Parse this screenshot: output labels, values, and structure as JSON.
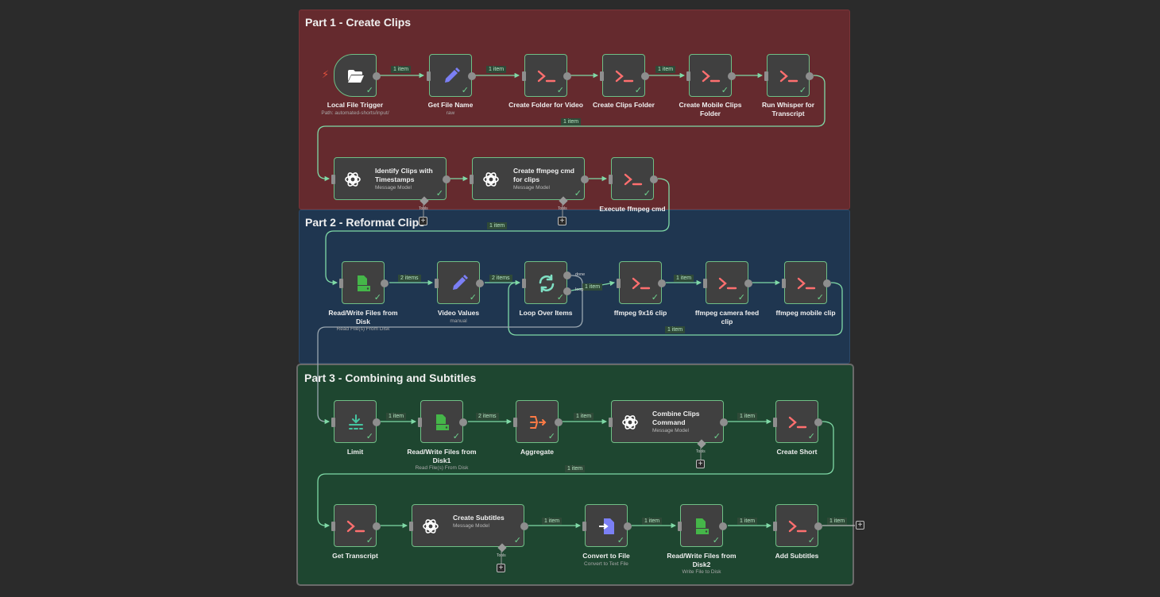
{
  "sections": {
    "part1": "Part 1 - Create Clips",
    "part2": "Part 2 - Reformat Clips",
    "part3": "Part 3 - Combining and Subtitles"
  },
  "nodes": {
    "local_file_trigger": {
      "label": "Local File Trigger",
      "sub": "Path: automated-shorts/input/"
    },
    "get_file_name": {
      "label": "Get File Name",
      "sub": "raw"
    },
    "create_folder_video": {
      "label": "Create Folder for Video"
    },
    "create_clips_folder": {
      "label": "Create Clips Folder"
    },
    "create_mobile_clips_folder": {
      "label": "Create Mobile Clips Folder"
    },
    "run_whisper": {
      "label": "Run Whisper for Transcript"
    },
    "identify_clips": {
      "label": "Identify Clips with Timestamps",
      "sub": "Message Model"
    },
    "create_ffmpeg_cmd": {
      "label": "Create ffmpeg cmd for clips",
      "sub": "Message Model"
    },
    "execute_ffmpeg": {
      "label": "Execute ffmpeg cmd"
    },
    "read_write_files": {
      "label": "Read/Write Files from Disk",
      "sub": "Read File(s) From Disk"
    },
    "video_values": {
      "label": "Video Values",
      "sub": "manual"
    },
    "loop_over_items": {
      "label": "Loop Over Items"
    },
    "ffmpeg_9x16": {
      "label": "ffmpeg 9x16 clip"
    },
    "ffmpeg_camera_feed": {
      "label": "ffmpeg camera feed clip"
    },
    "ffmpeg_mobile": {
      "label": "ffmpeg mobile clip"
    },
    "limit": {
      "label": "Limit"
    },
    "read_write_files1": {
      "label": "Read/Write Files from Disk1",
      "sub": "Read File(s) From Disk"
    },
    "aggregate": {
      "label": "Aggregate"
    },
    "combine_clips": {
      "label": "Combine Clips Command",
      "sub": "Message Model"
    },
    "create_short": {
      "label": "Create Short"
    },
    "get_transcript": {
      "label": "Get Transcript"
    },
    "create_subtitles": {
      "label": "Create Subtitles",
      "sub": "Message Model"
    },
    "convert_to_file": {
      "label": "Convert to File",
      "sub": "Convert to Text File"
    },
    "read_write_files2": {
      "label": "Read/Write Files from Disk2",
      "sub": "Write File to Disk"
    },
    "add_subtitles": {
      "label": "Add Subtitles"
    }
  },
  "connection_labels": {
    "one_item": "1 item",
    "two_items": "2 items",
    "done": "done",
    "loop": "loop",
    "tools": "Tools"
  },
  "icons": {
    "trigger": "folder-open-icon",
    "set": "pencil-icon",
    "command": "terminal-icon",
    "ai": "openai-icon",
    "disk": "file-disk-icon",
    "loop": "loop-arrows-icon",
    "limit": "limit-icon",
    "aggregate": "aggregate-icon",
    "convert": "convert-file-icon"
  },
  "colors": {
    "part1_bg": "#652a2e",
    "part2_bg": "#1f3650",
    "part3_bg": "#1e4630",
    "connection": "#7fd9a6",
    "success": "#6fd38f",
    "command_icon": "#ff6f6f",
    "set_icon": "#7b7ff5",
    "disk_icon": "#45b649"
  }
}
